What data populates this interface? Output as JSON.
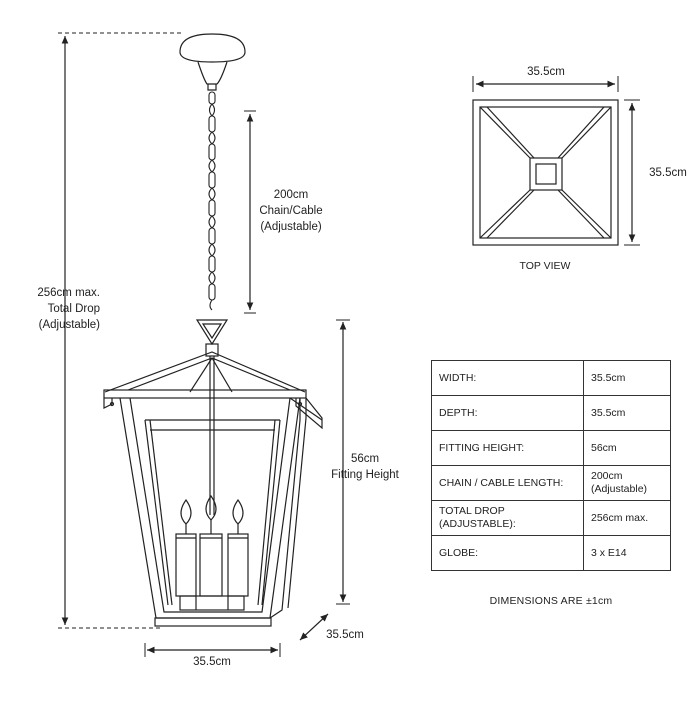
{
  "labels": {
    "total_drop": [
      "256cm max.",
      "Total Drop",
      "(Adjustable)"
    ],
    "chain": [
      "200cm",
      "Chain/Cable",
      "(Adjustable)"
    ],
    "fitting_height": [
      "56cm",
      "Fitting Height"
    ],
    "depth_bottom": "35.5cm",
    "width_bottom": "35.5cm",
    "top_width": "35.5cm",
    "top_depth": "35.5cm",
    "top_view": "TOP VIEW"
  },
  "specs": [
    {
      "key": "WIDTH:",
      "value": "35.5cm"
    },
    {
      "key": "DEPTH:",
      "value": "35.5cm"
    },
    {
      "key": "FITTING HEIGHT:",
      "value": "56cm"
    },
    {
      "key": "CHAIN / CABLE LENGTH:",
      "value": "200cm\n(Adjustable)"
    },
    {
      "key": "TOTAL DROP (ADJUSTABLE):",
      "value": "256cm max."
    },
    {
      "key": "GLOBE:",
      "value": "3 x E14"
    }
  ],
  "note": "DIMENSIONS ARE ±1cm"
}
